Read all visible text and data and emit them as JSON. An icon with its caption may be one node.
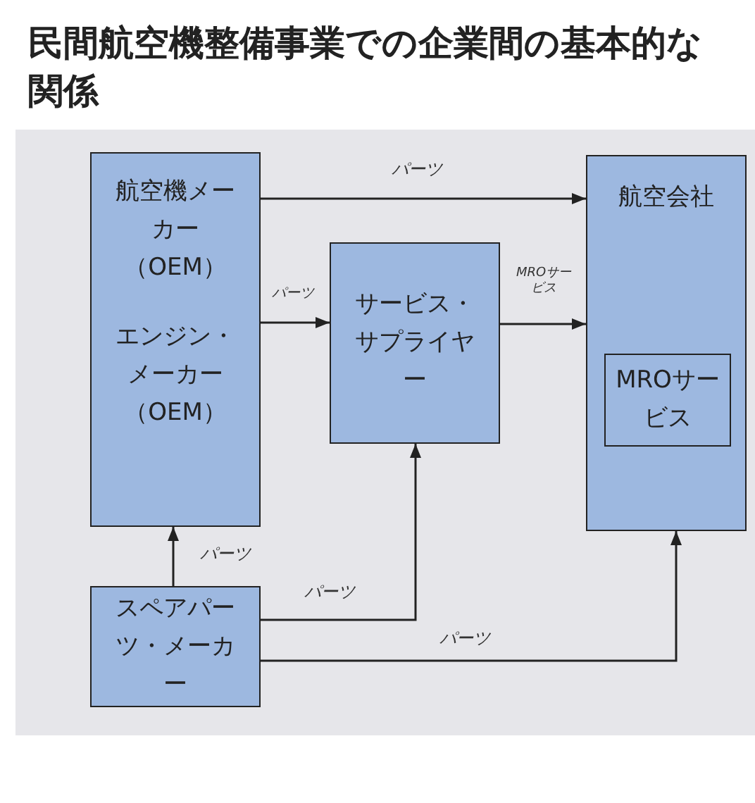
{
  "diagram": {
    "title": "民間航空機整備事業での企業間の基本的な関係",
    "nodes": [
      {
        "text": [
          "航空機メーカー（OEM）",
          "エンジン・メーカー（OEM）"
        ]
      },
      {
        "text": [
          "サービス・サプライヤー"
        ]
      },
      {
        "text": [
          "航空会社"
        ]
      },
      {
        "text": [
          "MROサービス"
        ],
        "in": 2
      },
      {
        "text": [
          "スペアパーツ・メーカー"
        ]
      }
    ],
    "edges": [
      {
        "from": 0,
        "to": 2,
        "arrow": "to",
        "label": "パーツ"
      },
      {
        "from": 0,
        "to": 1,
        "arrow": "to",
        "label": "パーツ"
      },
      {
        "from": 1,
        "to": 2,
        "arrow": "to",
        "label": "MROサービス"
      },
      {
        "from": 4,
        "to": 0,
        "arrow": "to",
        "label": "パーツ"
      },
      {
        "from": 4,
        "to": 1,
        "arrow": "to",
        "label": "パーツ"
      },
      {
        "from": 4,
        "to": 2,
        "arrow": "to",
        "label": "パーツ"
      }
    ]
  }
}
